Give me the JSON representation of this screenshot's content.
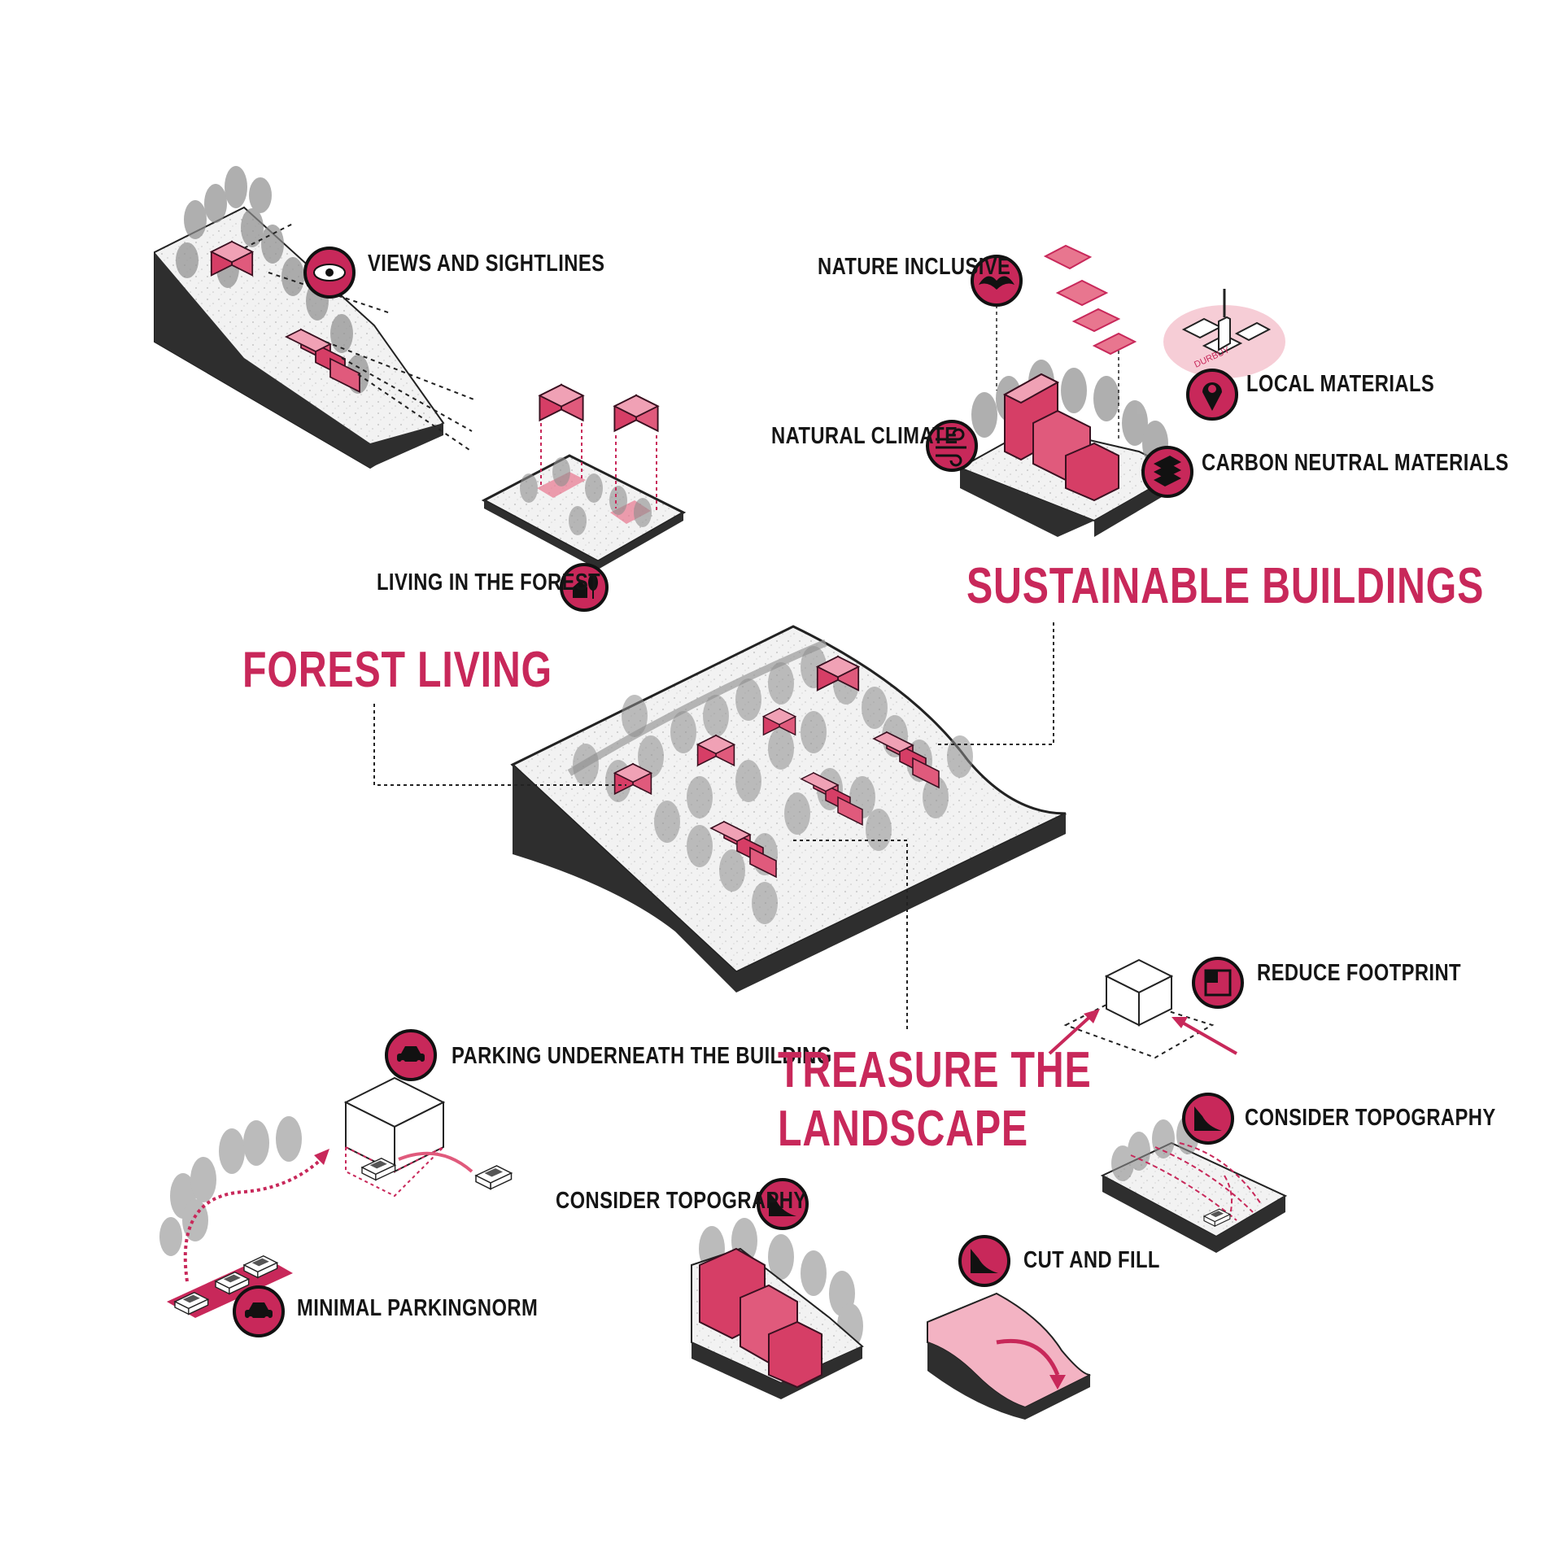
{
  "colors": {
    "accent": "#c8285a",
    "accent_light": "#e8768f",
    "dark": "#2b2b2b",
    "tree_grey": "#9a9a9a"
  },
  "headings": {
    "forest_living": "FOREST LIVING",
    "sustainable_buildings": "SUSTAINABLE BUILDINGS",
    "treasure_line1": "TREASURE THE",
    "treasure_line2": "LANDSCAPE"
  },
  "labels": {
    "views_and_sightlines": "VIEWS AND SIGHTLINES",
    "living_in_the_forest": "LIVING IN THE FOREST",
    "nature_inclusive": "NATURE INCLUSIVE",
    "local_materials": "LOCAL MATERIALS",
    "natural_climate": "NATURAL CLIMATE",
    "carbon_neutral_materials": "CARBON NEUTRAL MATERIALS",
    "reduce_footprint": "REDUCE FOOTPRINT",
    "consider_topography_right": "CONSIDER TOPOGRAPHY",
    "parking_underneath": "PARKING UNDERNEATH THE BUILDING",
    "consider_topography_center": "CONSIDER TOPOGRAPHY",
    "cut_and_fill": "CUT AND FILL",
    "minimal_parkingnorm": "MINIMAL PARKINGNORM",
    "durbuy": "DURBUY"
  },
  "icons": {
    "views": "eye-icon",
    "living_forest": "house-trees-icon",
    "nature": "bat-icon",
    "local": "location-pin-icon",
    "climate": "wind-icon",
    "carbon": "timber-stack-icon",
    "footprint": "footprint-square-icon",
    "topography": "slope-icon",
    "parking": "car-icon",
    "cut_fill": "slope-icon"
  }
}
